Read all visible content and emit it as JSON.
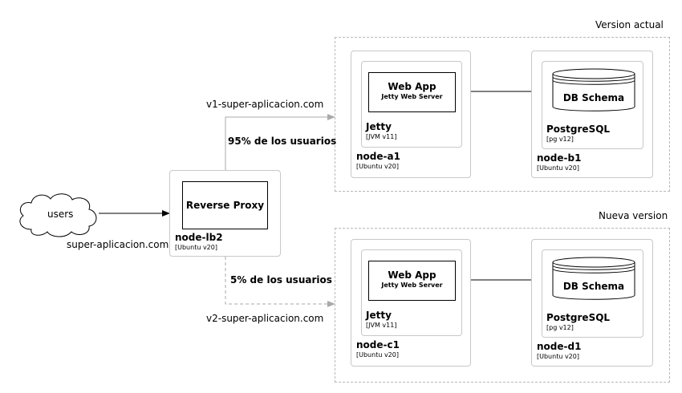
{
  "groups": {
    "current": {
      "title": "Version actual"
    },
    "new": {
      "title": "Nueva version"
    }
  },
  "users": {
    "label": "users",
    "domain": "super-aplicacion.com"
  },
  "proxy": {
    "box": "Reverse Proxy",
    "node": "node-lb2",
    "os": "[Ubuntu v20]"
  },
  "routes": {
    "v1": {
      "host": "v1-super-aplicacion.com",
      "share": "95% de los usuarios"
    },
    "v2": {
      "host": "v2-super-aplicacion.com",
      "share": "5% de los usuarios"
    }
  },
  "a1": {
    "app": "Web App",
    "server": "Jetty Web Server",
    "runtime": "Jetty",
    "runtime_ver": "[JVM v11]",
    "node": "node-a1",
    "os": "[Ubuntu v20]"
  },
  "b1": {
    "db": "DB Schema",
    "engine": "PostgreSQL",
    "engine_ver": "[pg v12]",
    "node": "node-b1",
    "os": "[Ubuntu v20]"
  },
  "c1": {
    "app": "Web App",
    "server": "Jetty Web Server",
    "runtime": "Jetty",
    "runtime_ver": "[JVM v11]",
    "node": "node-c1",
    "os": "[Ubuntu v20]"
  },
  "d1": {
    "db": "DB Schema",
    "engine": "PostgreSQL",
    "engine_ver": "[pg v12]",
    "node": "node-d1",
    "os": "[Ubuntu v20]"
  }
}
